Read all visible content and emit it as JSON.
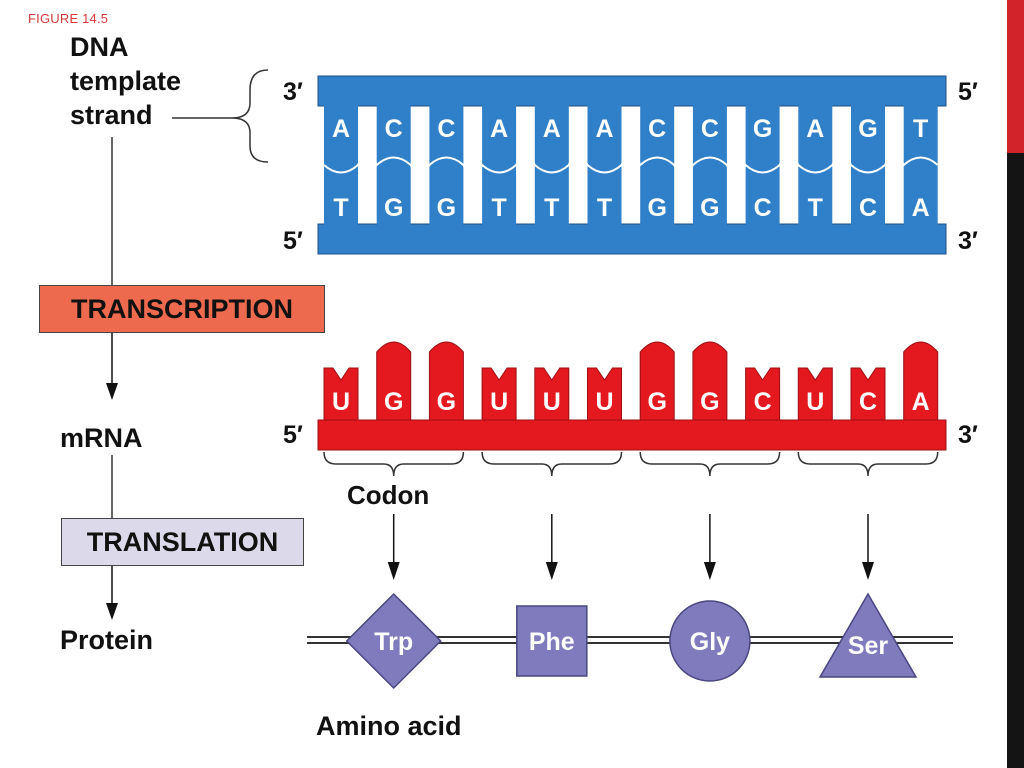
{
  "figure_label": "FIGURE 14.5",
  "dna": {
    "label_lines": [
      "DNA",
      "template",
      "strand"
    ],
    "template_bases": [
      "A",
      "C",
      "C",
      "A",
      "A",
      "A",
      "C",
      "C",
      "G",
      "A",
      "G",
      "T"
    ],
    "complement_bases": [
      "T",
      "G",
      "G",
      "T",
      "T",
      "T",
      "G",
      "G",
      "C",
      "T",
      "C",
      "A"
    ],
    "top_left_end": "3′",
    "top_right_end": "5′",
    "bottom_left_end": "5′",
    "bottom_right_end": "3′",
    "color": "#2f80c8"
  },
  "transcription_label": "TRANSCRIPTION",
  "mrna": {
    "label": "mRNA",
    "bases": [
      "U",
      "G",
      "G",
      "U",
      "U",
      "U",
      "G",
      "G",
      "C",
      "U",
      "C",
      "A"
    ],
    "left_end": "5′",
    "right_end": "3′",
    "color": "#e3191f"
  },
  "codon_label": "Codon",
  "translation_label": "TRANSLATION",
  "protein_label": "Protein",
  "amino_acids": [
    {
      "name": "Trp",
      "shape": "diamond"
    },
    {
      "name": "Phe",
      "shape": "square"
    },
    {
      "name": "Gly",
      "shape": "circle"
    },
    {
      "name": "Ser",
      "shape": "triangle"
    }
  ],
  "amino_acid_color": "#7f7bbd",
  "amino_acid_label": "Amino acid",
  "colors": {
    "transcription_box": "#ee6a4e",
    "translation_box": "#dcdaea",
    "figure_label": "#d6393a",
    "side_bar_red": "#d2232a",
    "side_bar_dark": "#141414"
  }
}
